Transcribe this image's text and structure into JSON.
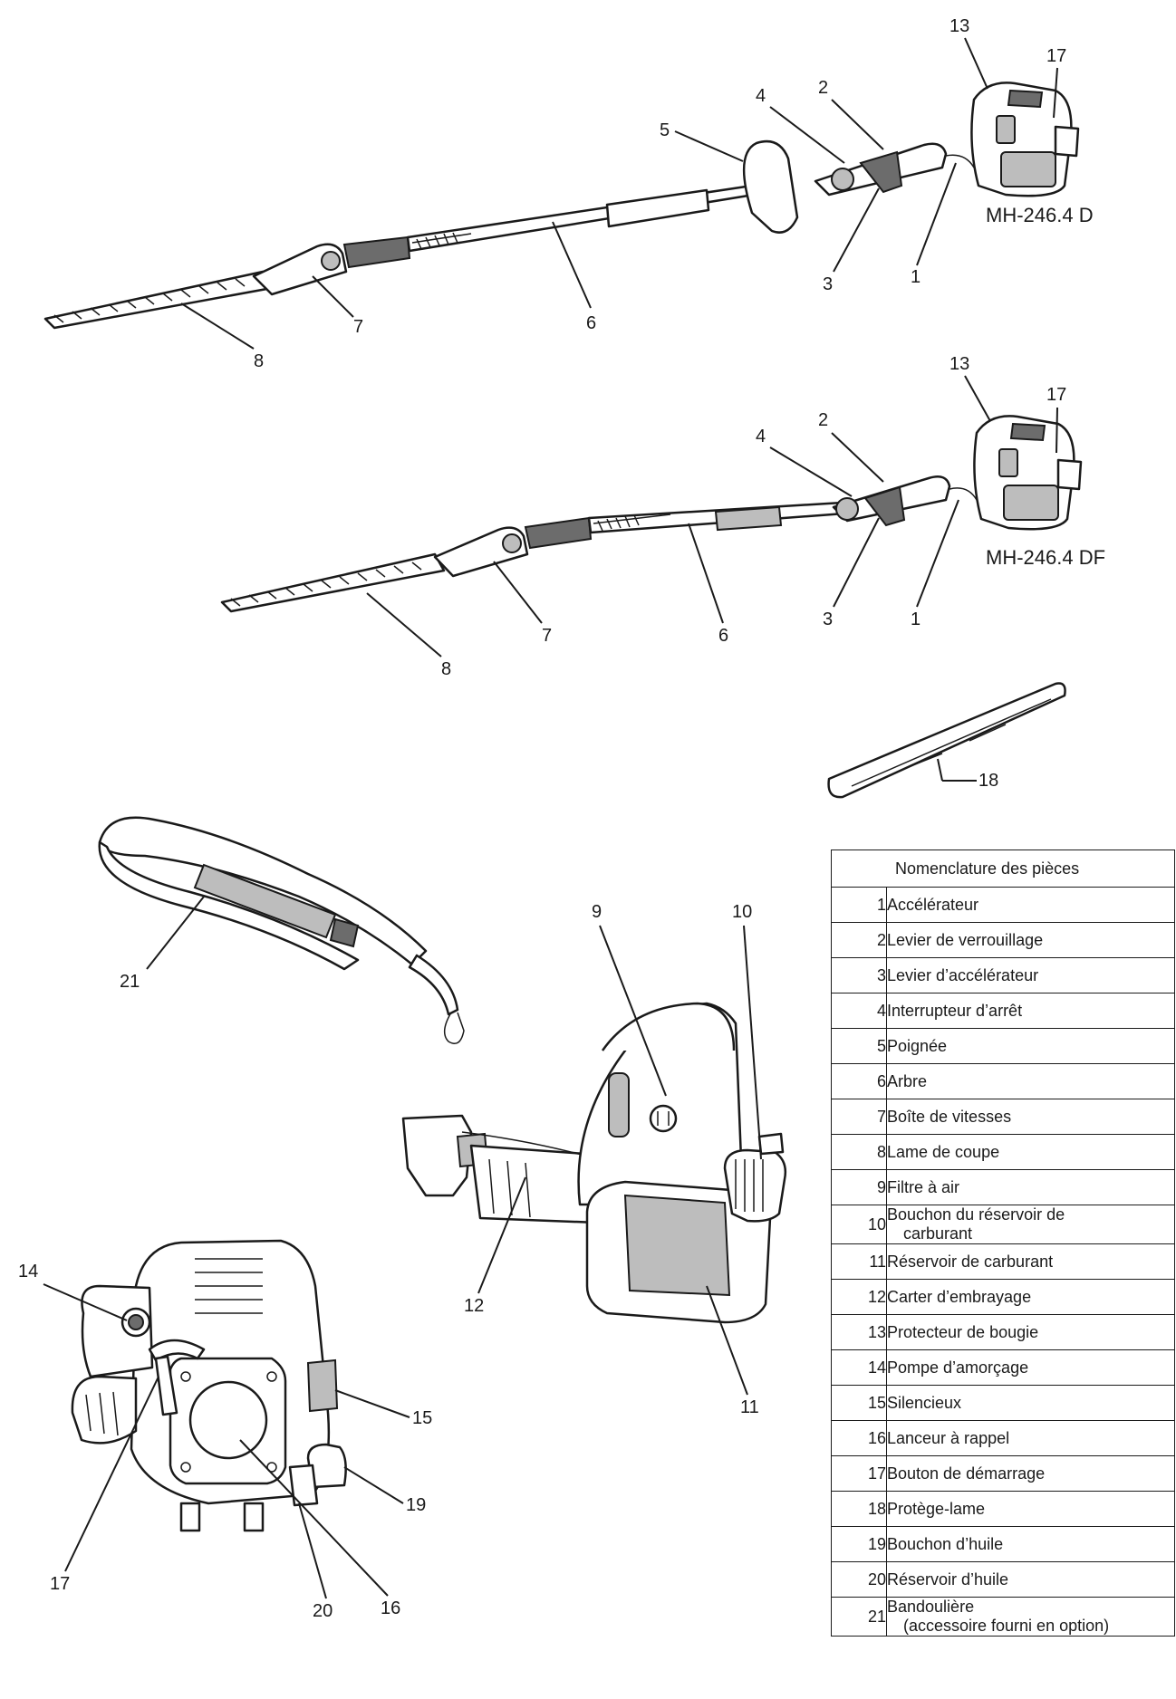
{
  "models": {
    "top": "MH-246.4 D",
    "middle": "MH-246.4 DF"
  },
  "callouts": {
    "top": [
      "13",
      "17",
      "4",
      "2",
      "5",
      "3",
      "1",
      "6",
      "7",
      "8"
    ],
    "middle": [
      "13",
      "17",
      "4",
      "2",
      "3",
      "1",
      "6",
      "7",
      "8"
    ],
    "guard": "18",
    "strap": "21",
    "side": [
      "9",
      "10",
      "12",
      "11"
    ],
    "front": [
      "14",
      "15",
      "19",
      "17",
      "20",
      "16"
    ]
  },
  "table": {
    "header": "Nomenclature des pièces",
    "rows": [
      {
        "num": "1",
        "label": "Accélérateur"
      },
      {
        "num": "2",
        "label": "Levier de verrouillage"
      },
      {
        "num": "3",
        "label": "Levier d’accélérateur"
      },
      {
        "num": "4",
        "label": "Interrupteur d’arrêt"
      },
      {
        "num": "5",
        "label": "Poignée"
      },
      {
        "num": "6",
        "label": "Arbre"
      },
      {
        "num": "7",
        "label": "Boîte de vitesses"
      },
      {
        "num": "8",
        "label": "Lame de coupe"
      },
      {
        "num": "9",
        "label": "Filtre à air"
      },
      {
        "num": "10",
        "label": "Bouchon du réservoir de",
        "label2": "carburant"
      },
      {
        "num": "11",
        "label": "Réservoir de carburant"
      },
      {
        "num": "12",
        "label": "Carter d’embrayage"
      },
      {
        "num": "13",
        "label": "Protecteur de bougie"
      },
      {
        "num": "14",
        "label": "Pompe d’amorçage"
      },
      {
        "num": "15",
        "label": "Silencieux"
      },
      {
        "num": "16",
        "label": "Lanceur à rappel"
      },
      {
        "num": "17",
        "label": "Bouton de démarrage"
      },
      {
        "num": "18",
        "label": "Protège-lame"
      },
      {
        "num": "19",
        "label": "Bouchon d’huile"
      },
      {
        "num": "20",
        "label": "Réservoir d’huile"
      },
      {
        "num": "21",
        "label": "Bandoulière",
        "label2": "(accessoire fourni en option)"
      }
    ]
  }
}
